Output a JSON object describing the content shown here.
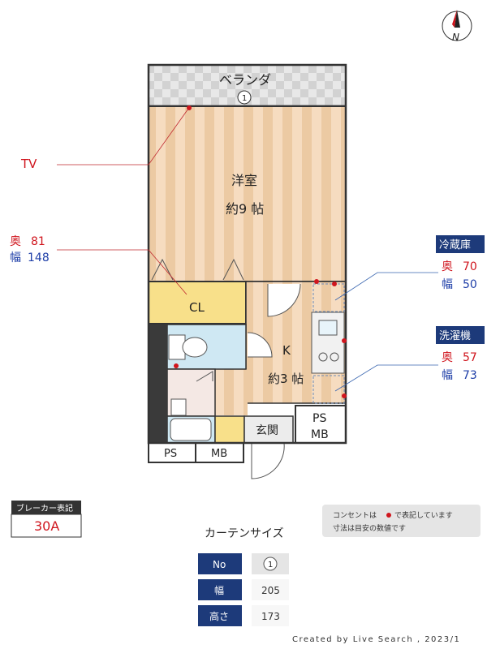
{
  "compass": {
    "label": "N"
  },
  "rooms": {
    "veranda": "ベランダ",
    "veranda_marker": "1",
    "western_room": "洋室",
    "western_room_size": "約9 帖",
    "closet": "CL",
    "kitchen": "K",
    "kitchen_size": "約3 帖",
    "entrance": "玄関",
    "ps_mb_line1": "PS",
    "ps_mb_line2": "MB",
    "ps_bottom": "PS",
    "mb_bottom": "MB"
  },
  "annotations": {
    "tv": "TV",
    "depth_label": "奥",
    "depth_value": "81",
    "width_label": "幅",
    "width_value": "148"
  },
  "fridge": {
    "title": "冷蔵庫",
    "depth_label": "奥",
    "depth_value": "70",
    "width_label": "幅",
    "width_value": "50"
  },
  "washer": {
    "title": "洗濯機",
    "depth_label": "奥",
    "depth_value": "57",
    "width_label": "幅",
    "width_value": "73"
  },
  "breaker": {
    "title": "ブレーカー表記",
    "value": "30A"
  },
  "note": {
    "line1_pre": "コンセントは",
    "line1_post": "で表記しています",
    "line2": "寸法は目安の数値です"
  },
  "curtain": {
    "title": "カーテンサイズ",
    "rows": [
      {
        "label": "No",
        "value": "1"
      },
      {
        "label": "幅",
        "value": "205"
      },
      {
        "label": "高さ",
        "value": "173"
      }
    ]
  },
  "credit": "Created by Live Search , 2023/1",
  "colors": {
    "navy": "#1d3a7a",
    "red": "#d0161e",
    "blue": "#1f3fa8",
    "floor_wood": "#f3d6b3",
    "closet_yellow": "#f8e08a",
    "bath_blue": "#cfe8f3",
    "wall": "#3a3a3a"
  }
}
